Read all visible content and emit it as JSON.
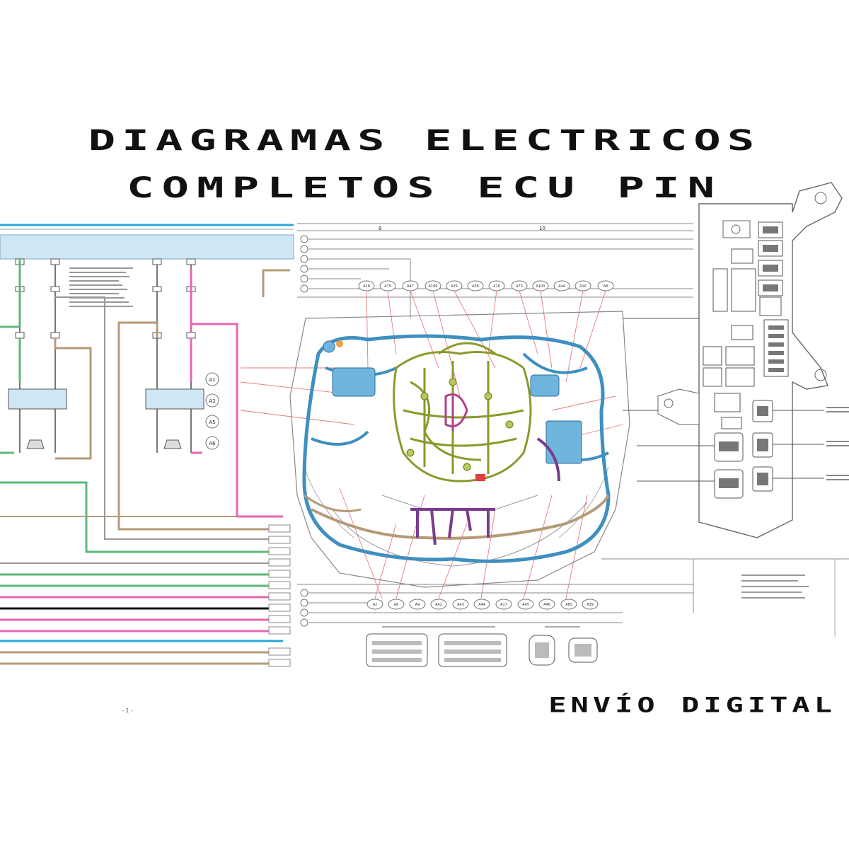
{
  "title": {
    "line1": "DIAGRAMAS ELECTRICOS",
    "line2": "COMPLETOS ECU PIN"
  },
  "footer": {
    "delivery": "ENVÍO DIGITAL",
    "page_number": "- 1 -"
  },
  "engine_bay": {
    "column_numbers": [
      "9",
      "10"
    ],
    "top_connectors": [
      "A18",
      "A79",
      "A47",
      "A109",
      "A35",
      "A36",
      "A16",
      "A73",
      "A100",
      "A44",
      "A16",
      "A8"
    ],
    "bottom_connectors": [
      "A2",
      "A8",
      "A9",
      "A42",
      "A43",
      "A44",
      "A17",
      "A45",
      "A46",
      "A65",
      "A39"
    ]
  },
  "left_schematic": {
    "side_connectors": [
      "A1",
      "A2",
      "A5",
      "A6"
    ]
  },
  "colors": {
    "green_wire": "#5cb87a",
    "pink_wire": "#e865b0",
    "tan_wire": "#b59a78",
    "blue_wire": "#2aa7dd",
    "harness_blue": "#3f8fc0",
    "harness_olive": "#8a9a2a",
    "harness_purple": "#7a3a8e",
    "schematic_header": "#cfe6f5",
    "red_leader": "#e05050"
  }
}
